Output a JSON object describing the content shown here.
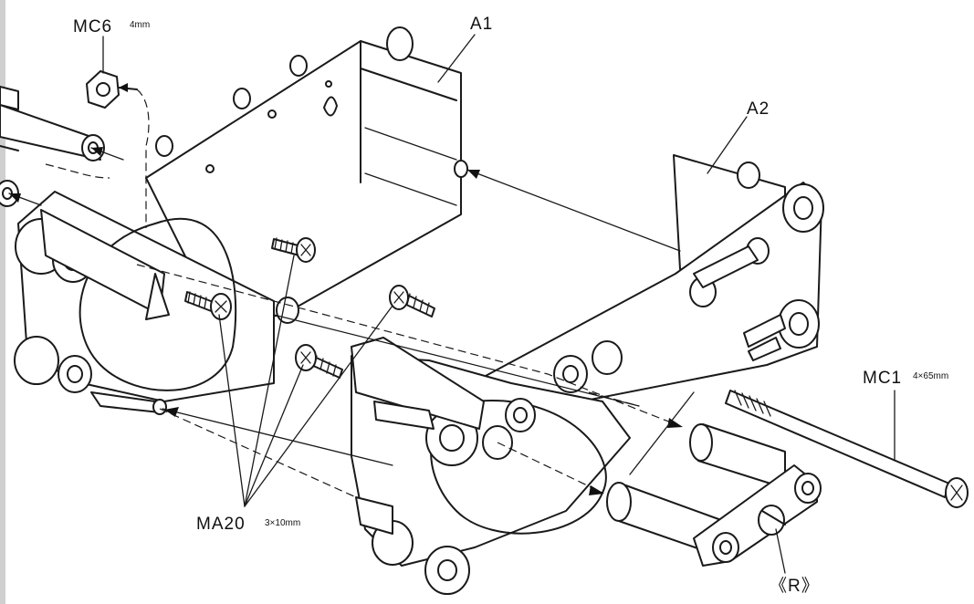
{
  "labels": {
    "mc6": {
      "name": "MC6",
      "spec": "4mm"
    },
    "a1": {
      "name": "A1"
    },
    "a2": {
      "name": "A2"
    },
    "mc1": {
      "name": "MC1",
      "spec": "4×65mm"
    },
    "ma20": {
      "name": "MA20",
      "spec": "3×10mm"
    },
    "r": {
      "name": "《R》"
    }
  }
}
